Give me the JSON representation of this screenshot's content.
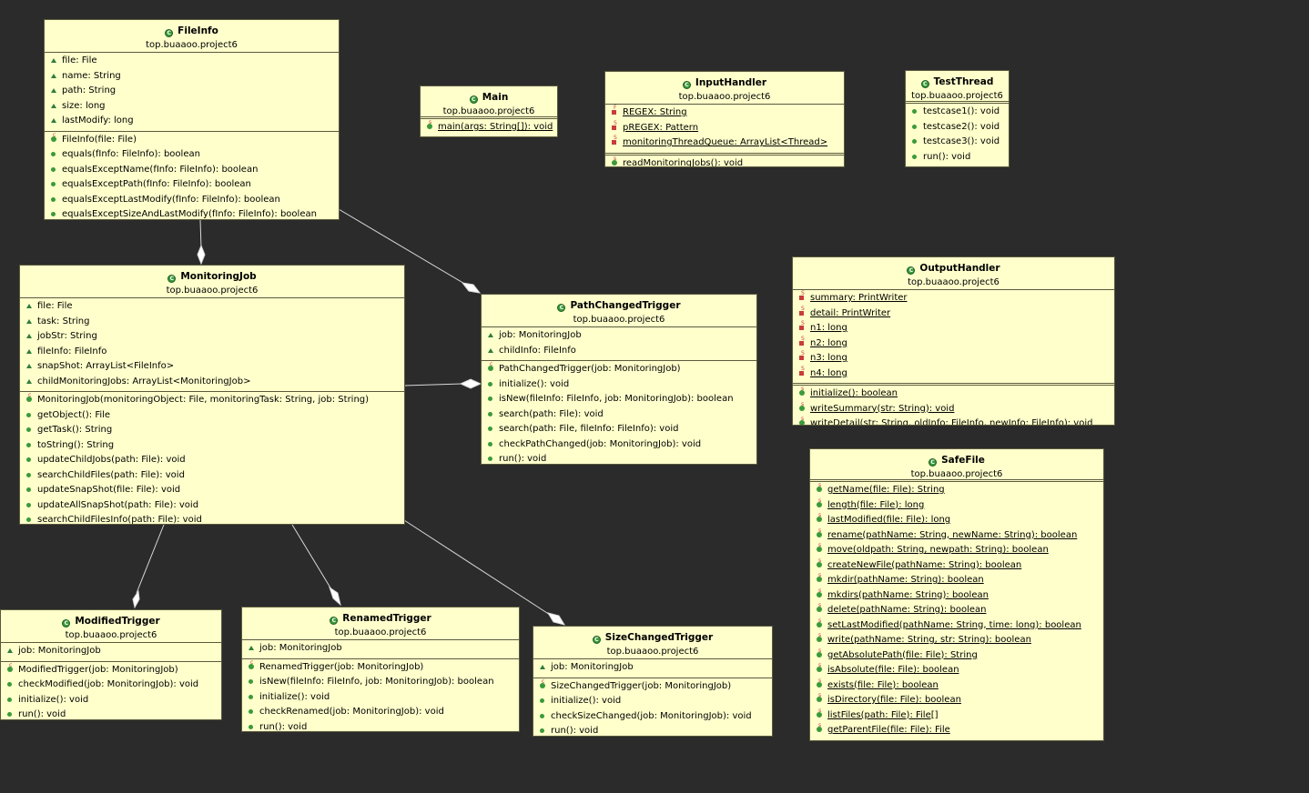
{
  "classes": {
    "fileinfo": {
      "name": "FileInfo",
      "package": "top.buaaoo.project6",
      "fields": [
        "file: File",
        "name: String",
        "path: String",
        "size: long",
        "lastModify: long"
      ],
      "methods": [
        "FileInfo(file: File)",
        "equals(fInfo: FileInfo): boolean",
        "equalsExceptName(fInfo: FileInfo): boolean",
        "equalsExceptPath(fInfo: FileInfo): boolean",
        "equalsExceptLastModify(fInfo: FileInfo): boolean",
        "equalsExceptSizeAndLastModify(fInfo: FileInfo): boolean"
      ]
    },
    "main": {
      "name": "Main",
      "package": "top.buaaoo.project6",
      "methods": [
        "main(args: String[]): void"
      ]
    },
    "inputhandler": {
      "name": "InputHandler",
      "package": "top.buaaoo.project6",
      "fields": [
        "REGEX: String",
        "pREGEX: Pattern",
        "monitoringThreadQueue: ArrayList<Thread>"
      ],
      "methods": [
        "readMonitoringJobs(): void"
      ]
    },
    "testthread": {
      "name": "TestThread",
      "package": "top.buaaoo.project6",
      "methods": [
        "testcase1(): void",
        "testcase2(): void",
        "testcase3(): void",
        "run(): void"
      ]
    },
    "monitoringjob": {
      "name": "MonitoringJob",
      "package": "top.buaaoo.project6",
      "fields": [
        "file: File",
        "task: String",
        "jobStr: String",
        "fileInfo: FileInfo",
        "snapShot: ArrayList<FileInfo>",
        "childMonitoringJobs: ArrayList<MonitoringJob>"
      ],
      "methods": [
        "MonitoringJob(monitoringObject: File, monitoringTask: String, job: String)",
        "getObject(): File",
        "getTask(): String",
        "toString(): String",
        "updateChildJobs(path: File): void",
        "searchChildFiles(path: File): void",
        "updateSnapShot(file: File): void",
        "updateAllSnapShot(path: File): void",
        "searchChildFilesInfo(path: File): void"
      ]
    },
    "pathchangedtrigger": {
      "name": "PathChangedTrigger",
      "package": "top.buaaoo.project6",
      "fields": [
        "job: MonitoringJob",
        "childInfo: FileInfo"
      ],
      "methods": [
        "PathChangedTrigger(job: MonitoringJob)",
        "initialize(): void",
        "isNew(fileInfo: FileInfo, job: MonitoringJob): boolean",
        "search(path: File): void",
        "search(path: File, fileInfo: FileInfo): void",
        "checkPathChanged(job: MonitoringJob): void",
        "run(): void"
      ]
    },
    "outputhandler": {
      "name": "OutputHandler",
      "package": "top.buaaoo.project6",
      "fields": [
        "summary: PrintWriter",
        "detail: PrintWriter",
        "n1: long",
        "n2: long",
        "n3: long",
        "n4: long"
      ],
      "methods": [
        "initialize(): boolean",
        "writeSummary(str: String): void",
        "writeDetail(str: String, oldInfo: FileInfo, newInfo: FileInfo): void"
      ]
    },
    "safefile": {
      "name": "SafeFile",
      "package": "top.buaaoo.project6",
      "methods": [
        "getName(file: File): String",
        "length(file: File): long",
        "lastModified(file: File): long",
        "rename(pathName: String, newName: String): boolean",
        "move(oldpath: String, newpath: String): boolean",
        "createNewFile(pathName: String): boolean",
        "mkdir(pathName: String): boolean",
        "mkdirs(pathName: String): boolean",
        "delete(pathName: String): boolean",
        "setLastModified(pathName: String, time: long): boolean",
        "write(pathName: String, str: String): boolean",
        "getAbsolutePath(file: File): String",
        "isAbsolute(file: File): boolean",
        "exists(file: File): boolean",
        "isDirectory(file: File): boolean",
        "listFiles(path: File): File[]",
        "getParentFile(file: File): File"
      ]
    },
    "modifiedtrigger": {
      "name": "ModifiedTrigger",
      "package": "top.buaaoo.project6",
      "fields": [
        "job: MonitoringJob"
      ],
      "methods": [
        "ModifiedTrigger(job: MonitoringJob)",
        "checkModified(job: MonitoringJob): void",
        "initialize(): void",
        "run(): void"
      ]
    },
    "renamedtrigger": {
      "name": "RenamedTrigger",
      "package": "top.buaaoo.project6",
      "fields": [
        "job: MonitoringJob"
      ],
      "methods": [
        "RenamedTrigger(job: MonitoringJob)",
        "isNew(fileInfo: FileInfo, job: MonitoringJob): boolean",
        "initialize(): void",
        "checkRenamed(job: MonitoringJob): void",
        "run(): void"
      ]
    },
    "sizechangedtrigger": {
      "name": "SizeChangedTrigger",
      "package": "top.buaaoo.project6",
      "fields": [
        "job: MonitoringJob"
      ],
      "methods": [
        "SizeChangedTrigger(job: MonitoringJob)",
        "initialize(): void",
        "checkSizeChanged(job: MonitoringJob): void",
        "run(): void"
      ]
    }
  }
}
